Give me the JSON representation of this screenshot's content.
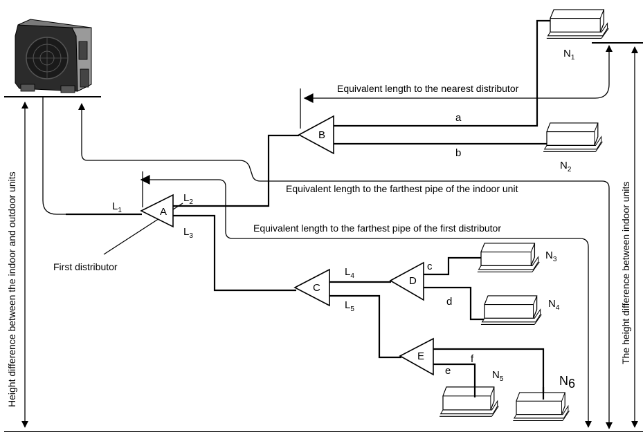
{
  "annotations": {
    "nearest": "Equivalent length to the nearest distributor",
    "farthest_indoor": "Equivalent length to the farthest pipe of the indoor unit",
    "farthest_first": "Equivalent length to the farthest pipe of the first distributor",
    "first_distributor": "First distributor",
    "height_indoor_outdoor": "Height difference between the indoor and outdoor units",
    "height_indoor": "The height difference between indoor units"
  },
  "distributors": {
    "A": "A",
    "B": "B",
    "C": "C",
    "D": "D",
    "E": "E"
  },
  "pipes": {
    "L1": {
      "letter": "L",
      "sub": "1"
    },
    "L2": {
      "letter": "L",
      "sub": "2"
    },
    "L3": {
      "letter": "L",
      "sub": "3"
    },
    "L4": {
      "letter": "L",
      "sub": "4"
    },
    "L5": {
      "letter": "L",
      "sub": "5"
    },
    "a": "a",
    "b": "b",
    "c": "c",
    "d": "d",
    "e": "e",
    "f": "f"
  },
  "units": {
    "N1": {
      "letter": "N",
      "sub": "1"
    },
    "N2": {
      "letter": "N",
      "sub": "2"
    },
    "N3": {
      "letter": "N",
      "sub": "3"
    },
    "N4": {
      "letter": "N",
      "sub": "4"
    },
    "N5": {
      "letter": "N",
      "sub": "5"
    },
    "N6": {
      "letter": "N",
      "sub": "6"
    }
  }
}
